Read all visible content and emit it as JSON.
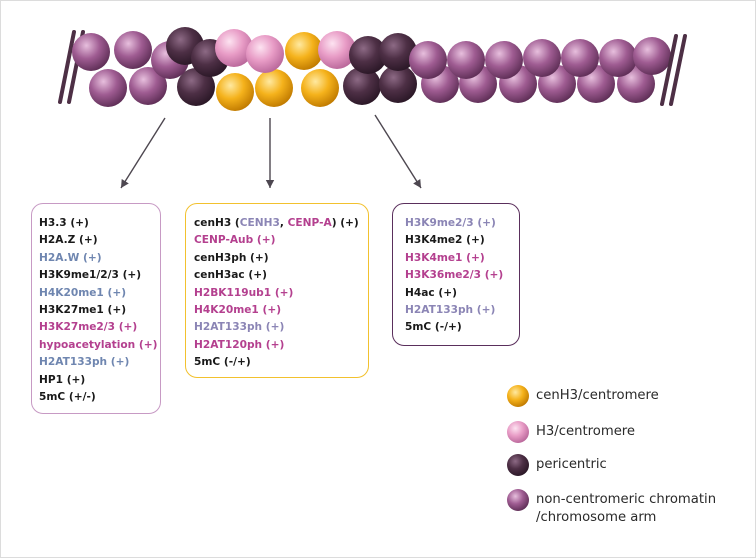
{
  "colors": {
    "centromere_gold": "#f5b21b",
    "centromere_pink": "#e89cc6",
    "pericentric": "#4d2f45",
    "chromosome_arm": "#9f5c92",
    "box_left_border": "#c79ac4",
    "box_middle_border": "#f2c12e",
    "box_right_border": "#5a2f5c",
    "arrow": "#4d4750"
  },
  "boxes": {
    "pericentric_left": {
      "lines": [
        {
          "parts": [
            {
              "text": "H3.3 (+)",
              "color": "black"
            }
          ]
        },
        {
          "parts": [
            {
              "text": "H2A.Z (+)",
              "color": "black"
            }
          ]
        },
        {
          "parts": [
            {
              "text": "H2A.W (+)",
              "color": "blue"
            }
          ]
        },
        {
          "parts": [
            {
              "text": "H3K9me1/2/3 (+)",
              "color": "black"
            }
          ]
        },
        {
          "parts": [
            {
              "text": "H4K20me1 (+)",
              "color": "blue"
            }
          ]
        },
        {
          "parts": [
            {
              "text": "H3K27me1 (+)",
              "color": "black"
            }
          ]
        },
        {
          "parts": [
            {
              "text": "H3K27me2/3 (+)",
              "color": "magenta"
            }
          ]
        },
        {
          "parts": [
            {
              "text": "hypoacetylation (+)",
              "color": "magenta"
            }
          ]
        },
        {
          "parts": [
            {
              "text": "H2AT133ph (+)",
              "color": "blue"
            }
          ]
        },
        {
          "parts": [
            {
              "text": "HP1 (+)",
              "color": "black"
            }
          ]
        },
        {
          "parts": [
            {
              "text": "5mC (+/-)",
              "color": "black"
            }
          ]
        }
      ]
    },
    "centromere_middle": {
      "lines": [
        {
          "parts": [
            {
              "text": "cenH3 (",
              "color": "black"
            },
            {
              "text": "CENH3",
              "color": "lavender"
            },
            {
              "text": ", ",
              "color": "black"
            },
            {
              "text": "CENP-A",
              "color": "magenta"
            },
            {
              "text": ") (+)",
              "color": "black"
            }
          ]
        },
        {
          "parts": [
            {
              "text": "CENP-Aub (+)",
              "color": "magenta"
            }
          ]
        },
        {
          "parts": [
            {
              "text": "cenH3ph (+)",
              "color": "black"
            }
          ]
        },
        {
          "parts": [
            {
              "text": "cenH3ac (+)",
              "color": "black"
            }
          ]
        },
        {
          "parts": [
            {
              "text": "H2BK119ub1 (+)",
              "color": "magenta"
            }
          ]
        },
        {
          "parts": [
            {
              "text": "H4K20me1 (+)",
              "color": "magenta"
            }
          ]
        },
        {
          "parts": [
            {
              "text": "H2AT133ph (+)",
              "color": "lavender"
            }
          ]
        },
        {
          "parts": [
            {
              "text": "H2AT120ph (+)",
              "color": "magenta"
            }
          ]
        },
        {
          "parts": [
            {
              "text": "5mC (-/+)",
              "color": "black"
            }
          ]
        }
      ]
    },
    "pericentric_right": {
      "lines": [
        {
          "parts": [
            {
              "text": "H3K9me2/3 (+)",
              "color": "lavender"
            }
          ]
        },
        {
          "parts": [
            {
              "text": "H3K4me2 (+)",
              "color": "black"
            }
          ]
        },
        {
          "parts": [
            {
              "text": "H3K4me1 (+)",
              "color": "magenta"
            }
          ]
        },
        {
          "parts": [
            {
              "text": "H3K36me2/3 (+)",
              "color": "magenta"
            }
          ]
        },
        {
          "parts": [
            {
              "text": "H4ac (+)",
              "color": "black"
            }
          ]
        },
        {
          "parts": [
            {
              "text": "H2AT133ph (+)",
              "color": "lavender"
            }
          ]
        },
        {
          "parts": [
            {
              "text": "5mC (-/+)",
              "color": "black"
            }
          ]
        }
      ]
    }
  },
  "legend": {
    "items": [
      {
        "label": "cenH3/centromere",
        "color": "#f5b21b"
      },
      {
        "label": "H3/centromere",
        "color": "#e89cc6"
      },
      {
        "label": "pericentric",
        "color": "#4d2f45"
      },
      {
        "label": "non-centromeric chromatin\n/chromosome arm",
        "color": "#9f5c92"
      }
    ]
  }
}
